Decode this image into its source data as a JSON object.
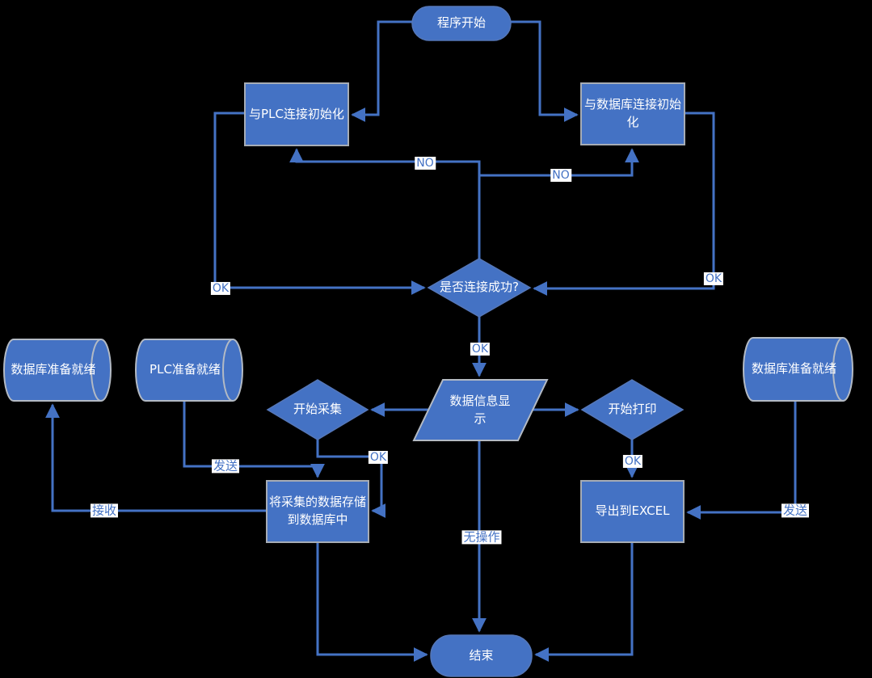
{
  "diagram": {
    "title": "PLC data acquisition program flowchart",
    "colors": {
      "background": "#000000",
      "shape_fill": "#4472C4",
      "line": "#4472C4",
      "process_border": "#A6ACB5",
      "label_text": "#FFFFFF",
      "edge_label_text": "#4472C4",
      "edge_label_bg": "#FFFFFF"
    },
    "nodes": {
      "start": {
        "type": "terminator",
        "label": "程序开始"
      },
      "plc_init": {
        "type": "process",
        "label": "与PLC连接初始化"
      },
      "db_init": {
        "type": "process",
        "label": "与数据库连接初始化"
      },
      "connect_check": {
        "type": "decision",
        "label": "是否连接成功?"
      },
      "data_display": {
        "type": "io",
        "label": "数据信息显示"
      },
      "start_collect": {
        "type": "decision",
        "label": "开始采集"
      },
      "start_print": {
        "type": "decision",
        "label": "开始打印"
      },
      "db_ready_left": {
        "type": "datastore",
        "label": "数据库准备就绪"
      },
      "plc_ready": {
        "type": "datastore",
        "label": "PLC准备就绪"
      },
      "db_ready_right": {
        "type": "datastore",
        "label": "数据库准备就绪"
      },
      "store_data": {
        "type": "process",
        "label": "将采集的数据存储到数据库中"
      },
      "export_excel": {
        "type": "process",
        "label": "导出到EXCEL"
      },
      "end": {
        "type": "terminator",
        "label": "结束"
      }
    },
    "edge_labels": {
      "no_left": "NO",
      "no_right": "NO",
      "ok_left": "OK",
      "ok_right": "OK",
      "ok_center": "OK",
      "ok_collect": "OK",
      "ok_print": "OK",
      "send_left": "发送",
      "receive": "接收",
      "send_right": "发送",
      "no_op": "无操作"
    }
  }
}
